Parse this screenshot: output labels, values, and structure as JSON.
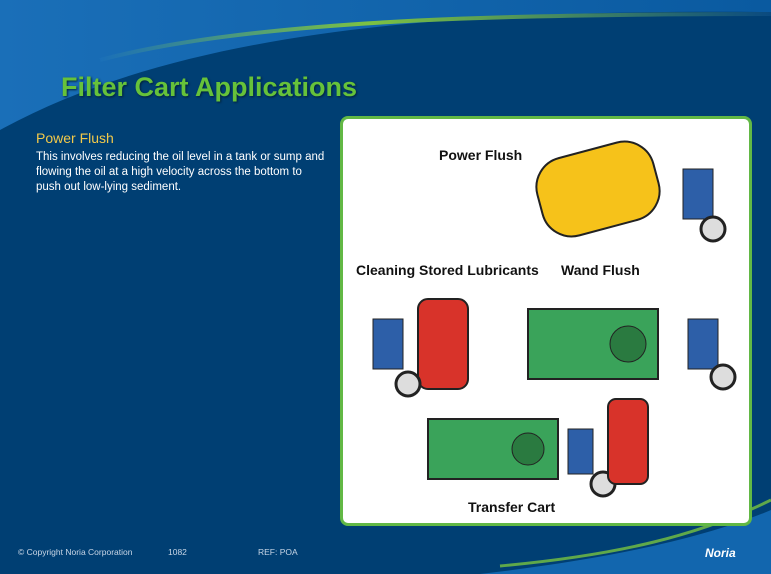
{
  "slide": {
    "title": "Filter Cart Applications",
    "section_heading": "Power Flush",
    "description": "This involves reducing the oil level in a tank or sump and flowing the oil at a high velocity across the bottom to push out low-lying sediment.",
    "illustration": {
      "labels": [
        "Power Flush",
        "Cleaning Stored Lubricants",
        "Wand Flush",
        "Transfer Cart"
      ]
    },
    "footer": {
      "copyright": "© Copyright Noria Corporation",
      "slide_number": "1082",
      "ref": "REF: POA",
      "logo": "Noria"
    }
  }
}
